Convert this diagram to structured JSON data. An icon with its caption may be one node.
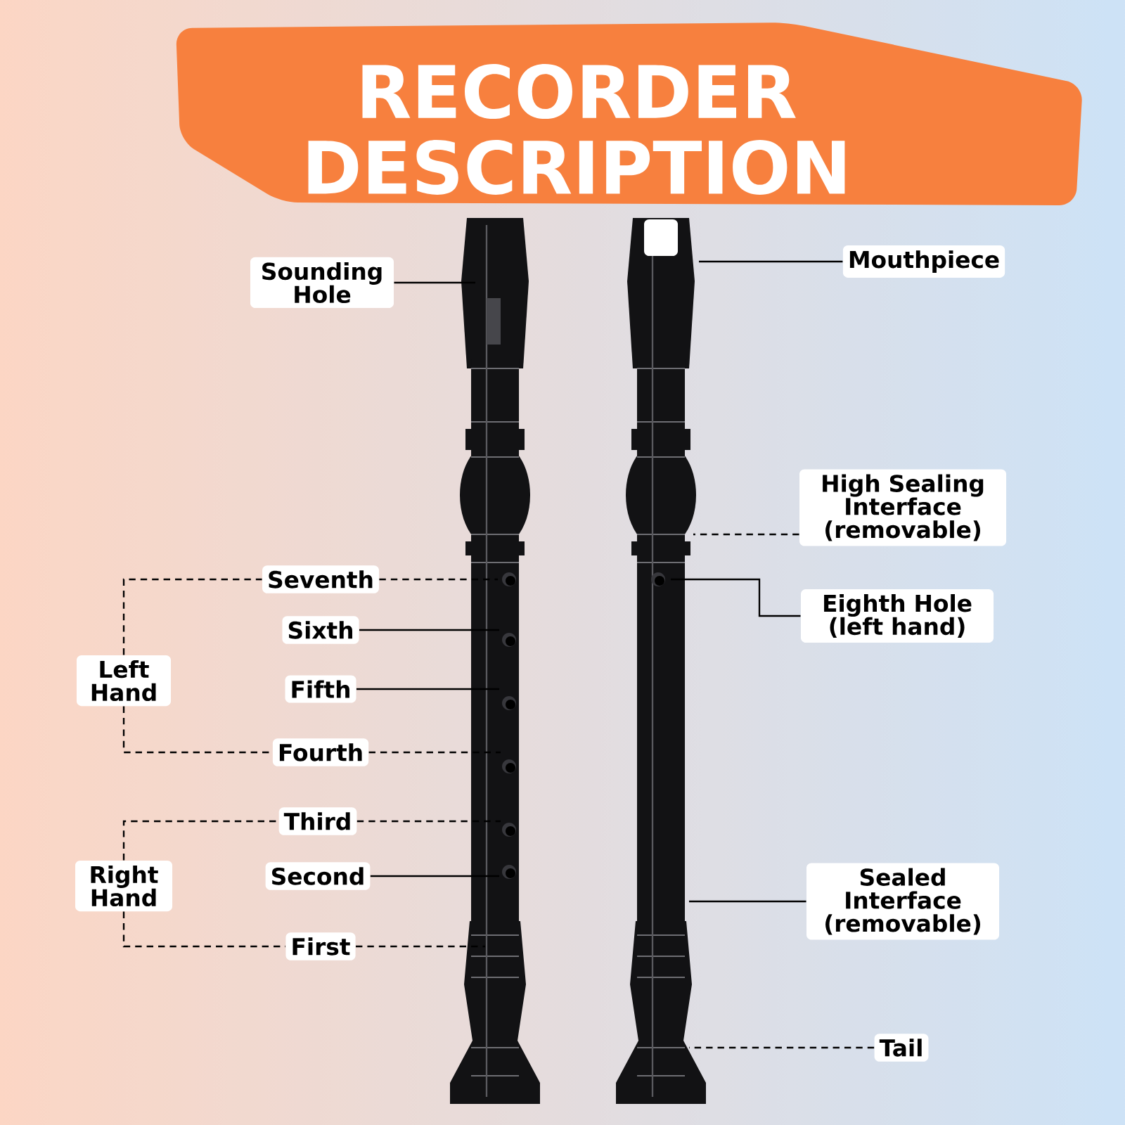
{
  "diagram": {
    "title": "RECORDER DESCRIPTION",
    "nodes": [
      {
        "text": [
          "Sounding Hole"
        ]
      },
      {
        "text": [
          "Mouthpiece"
        ]
      },
      {
        "text": [
          "High Sealing Interface (removable)"
        ]
      },
      {
        "text": [
          "Eighth Hole (left hand)"
        ]
      },
      {
        "text": [
          "Left Hand"
        ]
      },
      {
        "text": [
          "Seventh"
        ]
      },
      {
        "text": [
          "Sixth"
        ]
      },
      {
        "text": [
          "Fifth"
        ]
      },
      {
        "text": [
          "Fourth"
        ]
      },
      {
        "text": [
          "Third"
        ]
      },
      {
        "text": [
          "Second"
        ]
      },
      {
        "text": [
          "First"
        ]
      },
      {
        "text": [
          "Right Hand"
        ]
      },
      {
        "text": [
          "Sealed Interface (removable)"
        ]
      },
      {
        "text": [
          "Tail"
        ]
      }
    ],
    "edges": [
      {
        "from": 0,
        "to": null,
        "arrow": "none"
      },
      {
        "from": 1,
        "to": null,
        "arrow": "none"
      },
      {
        "from": 2,
        "to": null,
        "arrow": "none",
        "style": "dashed"
      },
      {
        "from": 3,
        "to": null,
        "arrow": "none"
      },
      {
        "from": 4,
        "to": 5,
        "arrow": "none",
        "style": "dashed"
      },
      {
        "from": 4,
        "to": 8,
        "arrow": "none",
        "style": "dashed"
      },
      {
        "from": 5,
        "to": null,
        "arrow": "none",
        "style": "dashed"
      },
      {
        "from": 6,
        "to": null,
        "arrow": "none"
      },
      {
        "from": 7,
        "to": null,
        "arrow": "none"
      },
      {
        "from": 8,
        "to": null,
        "arrow": "none",
        "style": "dashed"
      },
      {
        "from": 12,
        "to": 9,
        "arrow": "none",
        "style": "dashed"
      },
      {
        "from": 12,
        "to": 11,
        "arrow": "none",
        "style": "dashed"
      },
      {
        "from": 9,
        "to": null,
        "arrow": "none",
        "style": "dashed"
      },
      {
        "from": 10,
        "to": null,
        "arrow": "none"
      },
      {
        "from": 11,
        "to": null,
        "arrow": "none",
        "style": "dashed"
      },
      {
        "from": 13,
        "to": null,
        "arrow": "none"
      },
      {
        "from": 14,
        "to": null,
        "arrow": "none",
        "style": "dashed"
      }
    ]
  }
}
